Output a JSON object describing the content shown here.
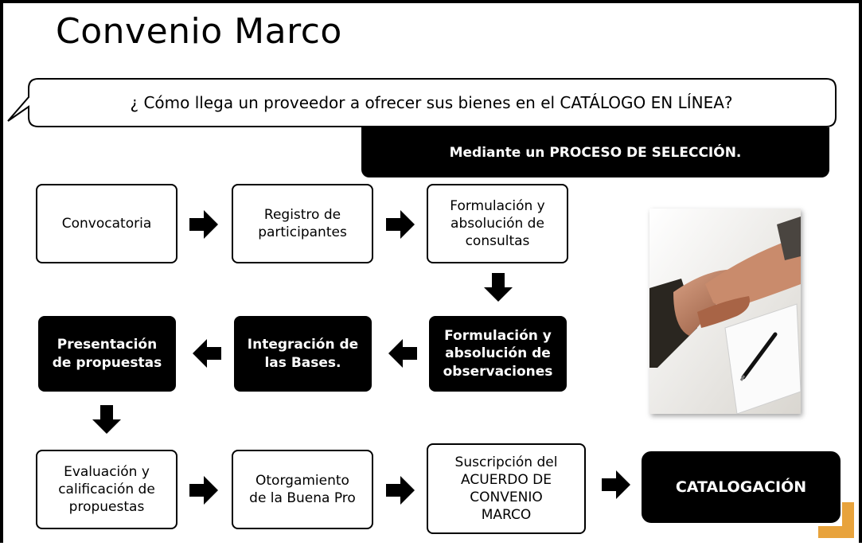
{
  "title": "Convenio Marco",
  "question": "¿ Cómo llega un proveedor a ofrecer sus bienes en el CATÁLOGO EN LÍNEA?",
  "banner": "Mediante un PROCESO DE SELECCIÓN.",
  "steps": [
    {
      "label": "Convocatoria"
    },
    {
      "label": "Registro de\nparticipantes"
    },
    {
      "label": "Formulación y\nabsolución de\nconsultas"
    },
    {
      "label": "Formulación y\nabsolución de\nobservaciones"
    },
    {
      "label": "Integración de\nlas Bases."
    },
    {
      "label": "Presentación\nde propuestas"
    },
    {
      "label": "Evaluación y\ncalificación de\npropuestas"
    },
    {
      "label": "Otorgamiento\nde la Buena Pro"
    },
    {
      "label": "Suscripción del\nACUERDO DE\nCONVENIO\nMARCO"
    },
    {
      "label": "CATALOGACIÓN"
    }
  ],
  "image": {
    "icon": "handshake-photo"
  },
  "colors": {
    "dark_box": "#000000",
    "accent_corner": "#e8a33c"
  }
}
